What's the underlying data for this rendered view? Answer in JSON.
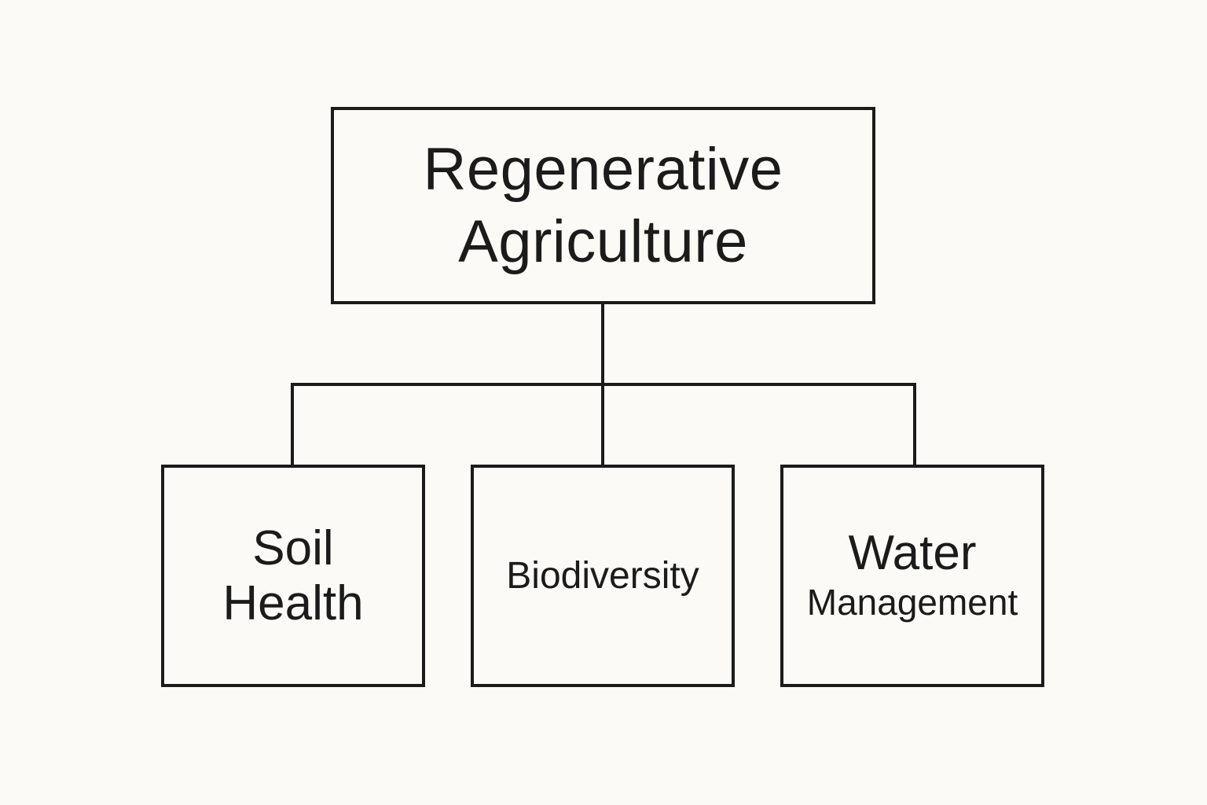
{
  "root": {
    "lines": [
      "Regenerative",
      "Agriculture"
    ]
  },
  "children": [
    {
      "lines": [
        "Soil",
        "Health"
      ]
    },
    {
      "lines": [
        "Biodiversity"
      ]
    },
    {
      "lines": [
        "Water",
        "Management"
      ]
    }
  ]
}
